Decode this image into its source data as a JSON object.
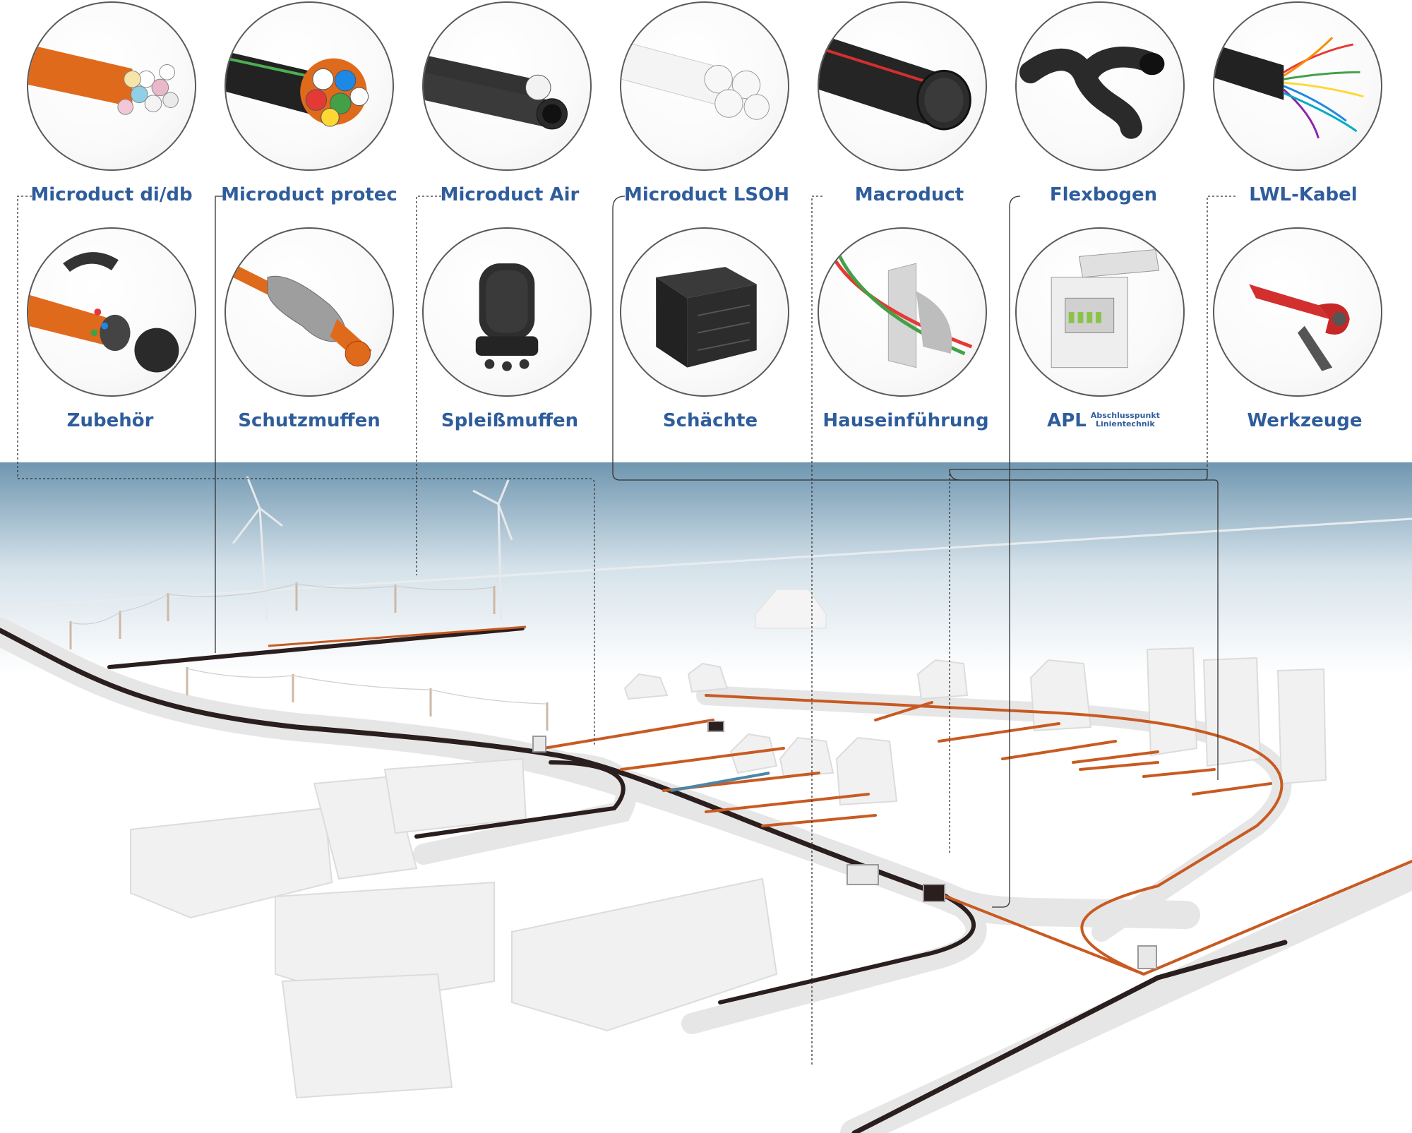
{
  "products_top": [
    {
      "id": "microduct-didb",
      "label": "Microduct di/db",
      "icon": "microduct-bundle-icon"
    },
    {
      "id": "microduct-protec",
      "label": "Microduct protec",
      "icon": "protected-microduct-icon"
    },
    {
      "id": "microduct-air",
      "label": "Microduct Air",
      "icon": "air-microduct-icon"
    },
    {
      "id": "microduct-lsoh",
      "label": "Microduct LSOH",
      "icon": "lsoh-microduct-icon"
    },
    {
      "id": "macroduct",
      "label": "Macroduct",
      "icon": "macroduct-pipe-icon"
    },
    {
      "id": "flexbogen",
      "label": "Flexbogen",
      "icon": "flexible-bend-icon"
    },
    {
      "id": "lwl-kabel",
      "label": "LWL-Kabel",
      "icon": "fiber-cable-icon"
    }
  ],
  "products_bottom": [
    {
      "id": "zubehoer",
      "label": "Zubehör",
      "icon": "accessory-fittings-icon"
    },
    {
      "id": "schutzmuffen",
      "label": "Schutzmuffen",
      "icon": "protection-sleeve-icon"
    },
    {
      "id": "spleissmuffen",
      "label": "Spleißmuffen",
      "icon": "splice-closure-icon"
    },
    {
      "id": "schaechte",
      "label": "Schächte",
      "icon": "manhole-chamber-icon"
    },
    {
      "id": "hauseinfuehrung",
      "label": "Hauseinführung",
      "icon": "house-entry-icon"
    },
    {
      "id": "apl",
      "label": "APL",
      "sub": [
        "Abschlusspunkt",
        "Linientechnik"
      ],
      "icon": "termination-box-icon"
    },
    {
      "id": "werkzeuge",
      "label": "Werkzeuge",
      "icon": "cutting-tool-icon"
    }
  ],
  "colors": {
    "label_blue": "#2f5d9c",
    "sky_top": "#6f96b0",
    "duct_orange": "#c85a22",
    "cable_black": "#2a1e1e",
    "connector_line": "#333333"
  }
}
